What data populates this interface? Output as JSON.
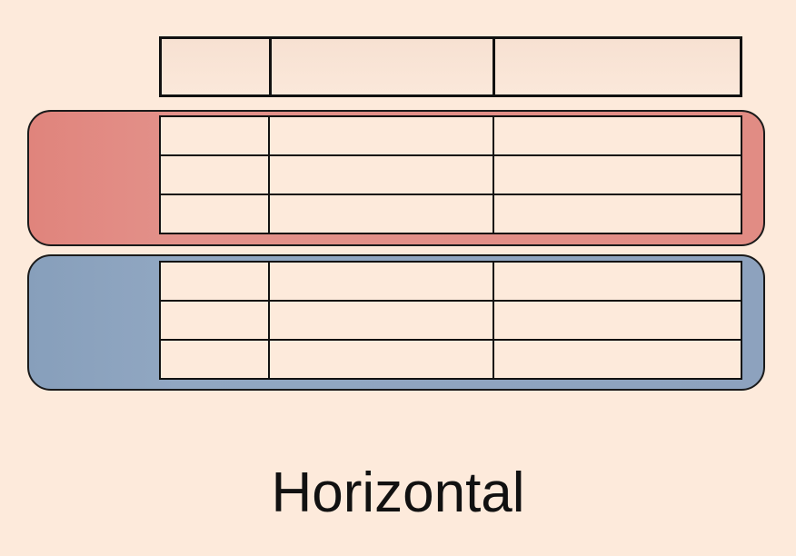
{
  "diagram": {
    "caption": "Horizontal",
    "header_columns": 3,
    "partitions": [
      {
        "color": "#e18c84",
        "rows": 3,
        "columns": 3
      },
      {
        "color": "#8da2be",
        "rows": 3,
        "columns": 3
      }
    ],
    "background_color": "#fdeadb"
  }
}
